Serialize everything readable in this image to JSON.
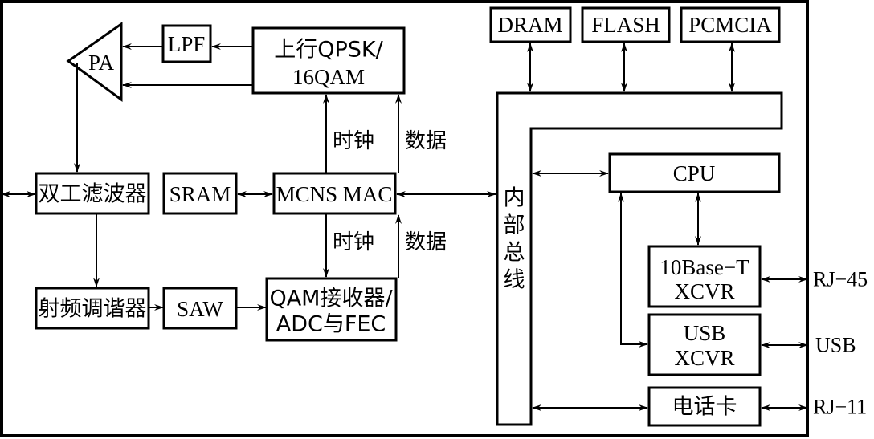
{
  "diagram": {
    "blocks": {
      "pa": "PA",
      "lpf": "LPF",
      "upstream_mod_line1": "上行QPSK/",
      "upstream_mod_line2": "16QAM",
      "duplex_filter": "双工滤波器",
      "sram": "SRAM",
      "mac": "MCNS MAC",
      "rf_tuner": "射频调谐器",
      "saw": "SAW",
      "qam_rx_line1": "QAM接收器/",
      "qam_rx_line2": "ADC与FEC",
      "dram": "DRAM",
      "flash": "FLASH",
      "pcmcia": "PCMCIA",
      "internal_bus": [
        "内",
        "部",
        "总",
        "线"
      ],
      "cpu": "CPU",
      "ethernet_xcvr_line1": "10Base−T",
      "ethernet_xcvr_line2": "XCVR",
      "usb_xcvr_line1": "USB",
      "usb_xcvr_line2": "XCVR",
      "phone_card": "电话卡"
    },
    "signal_labels": {
      "clock_upper": "时钟",
      "data_upper": "数据",
      "clock_lower": "时钟",
      "data_lower": "数据"
    },
    "external_ports": {
      "rj45": "RJ−45",
      "usb": "USB",
      "rj11": "RJ−11"
    }
  }
}
